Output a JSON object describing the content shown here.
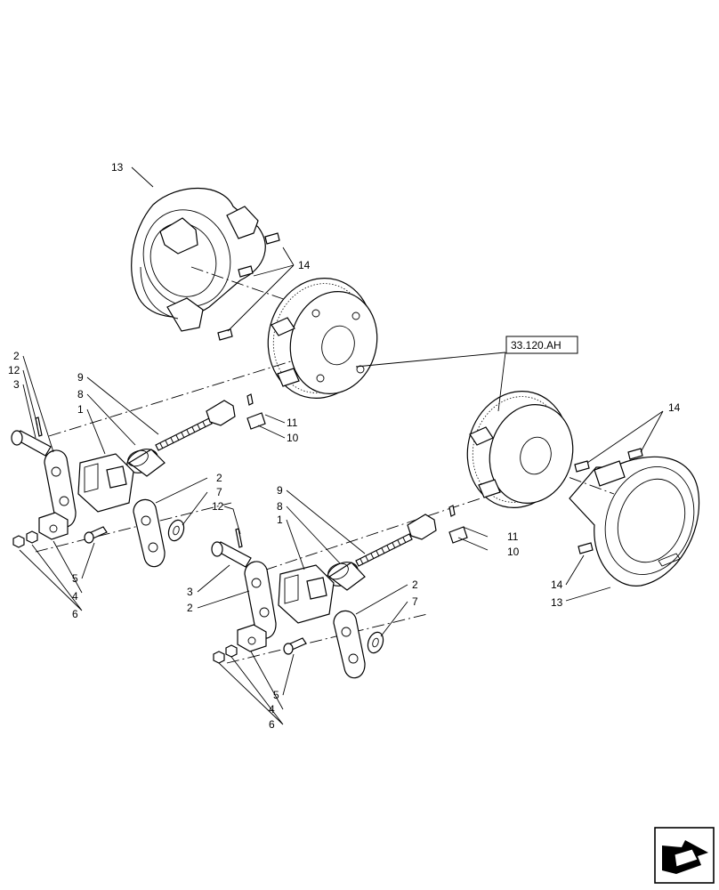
{
  "callouts": {
    "c13a": "13",
    "c14a": "14",
    "c2a": "2",
    "c12a": "12",
    "c3a": "3",
    "c9a": "9",
    "c8a": "8",
    "c1a": "1",
    "c11a": "11",
    "c10a": "10",
    "c2b": "2",
    "c7a": "7",
    "c5a": "5",
    "c4a": "4",
    "c6a": "6",
    "c9b": "9",
    "c8b": "8",
    "c12b": "12",
    "c1b": "1",
    "c11b": "11",
    "c10b": "10",
    "c3b": "3",
    "c2c": "2",
    "c2d": "2",
    "c7b": "7",
    "c5b": "5",
    "c4b": "4",
    "c6b": "6",
    "c14b": "14",
    "c14c": "14",
    "c13b": "13"
  },
  "reference": "33.120.AH",
  "icons": {
    "nav": "previous-page-arrow-icon"
  }
}
